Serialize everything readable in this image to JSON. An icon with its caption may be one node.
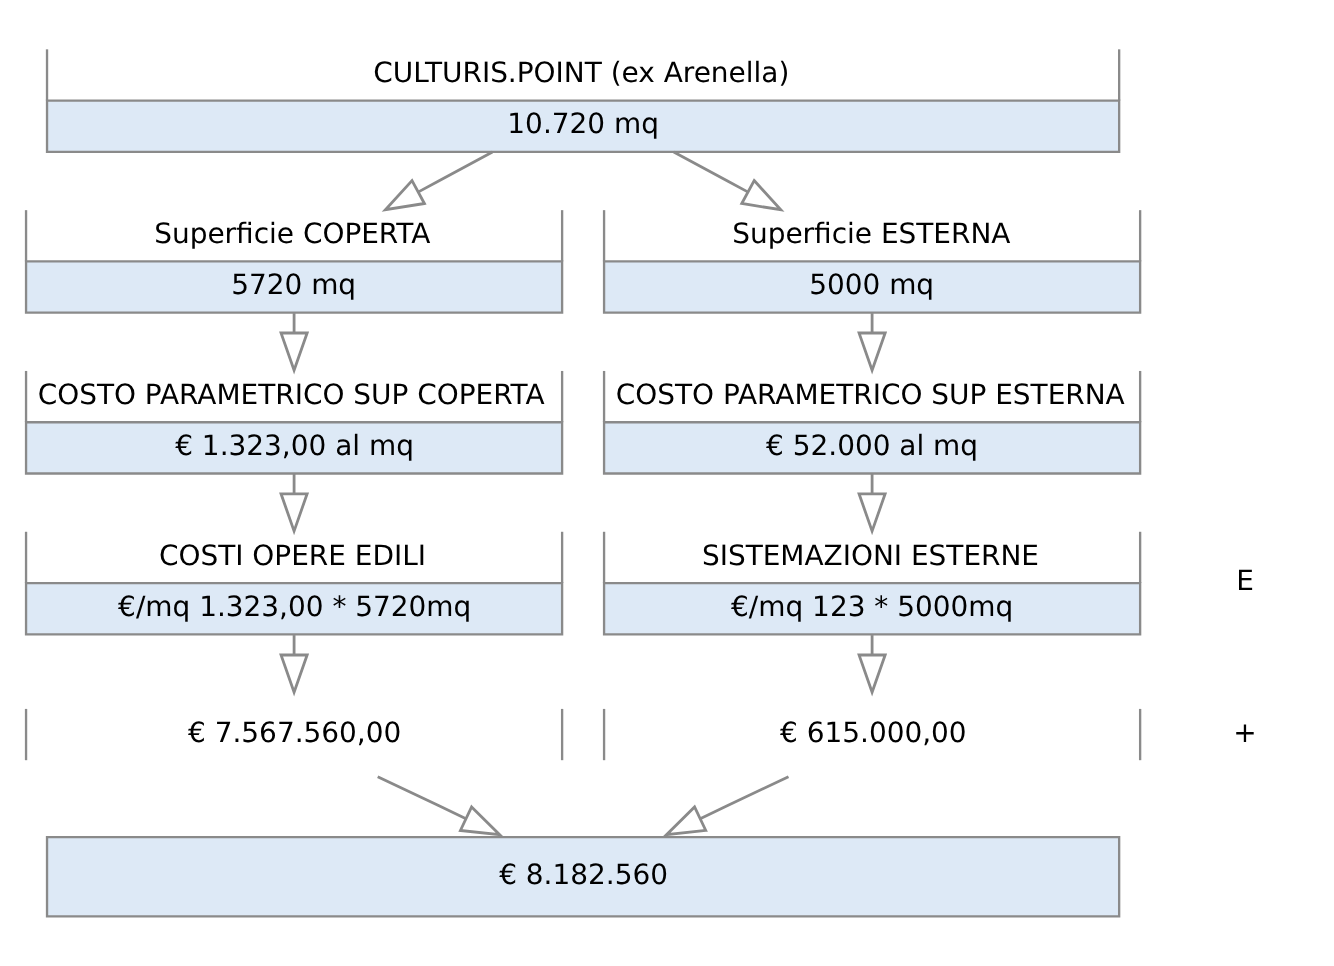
{
  "diagram": {
    "nodes": [
      {
        "text": [
          "CULTURIS.POINT (ex Arenella)",
          "10.720 mq"
        ]
      },
      {
        "text": [
          "Superficie COPERTA",
          "5720 mq"
        ]
      },
      {
        "text": [
          "Superficie ESTERNA",
          "5000 mq"
        ]
      },
      {
        "text": [
          "COSTO PARAMETRICO SUP COPERTA",
          "€ 1.323,00 al mq"
        ]
      },
      {
        "text": [
          "COSTO PARAMETRICO SUP ESTERNA",
          "€ 52.000 al mq"
        ]
      },
      {
        "text": [
          "COSTI OPERE EDILI",
          "€/mq 1.323,00 * 5720mq"
        ]
      },
      {
        "text": [
          "SISTEMAZIONI ESTERNE",
          "€/mq 123 * 5000mq"
        ]
      },
      {
        "text": [
          "€ 7.567.560,00"
        ]
      },
      {
        "text": [
          "€ 615.000,00"
        ]
      },
      {
        "text": [
          "€ 8.182.560"
        ]
      }
    ],
    "edges": [
      {
        "from": 0,
        "to": 1,
        "arrow": "to"
      },
      {
        "from": 0,
        "to": 2,
        "arrow": "to"
      },
      {
        "from": 1,
        "to": 3,
        "arrow": "to"
      },
      {
        "from": 2,
        "to": 4,
        "arrow": "to"
      },
      {
        "from": 3,
        "to": 5,
        "arrow": "to"
      },
      {
        "from": 4,
        "to": 6,
        "arrow": "to"
      },
      {
        "from": 5,
        "to": 7,
        "arrow": "to"
      },
      {
        "from": 6,
        "to": 8,
        "arrow": "to"
      },
      {
        "from": 7,
        "to": 9,
        "arrow": "to"
      },
      {
        "from": 8,
        "to": 9,
        "arrow": "to"
      }
    ],
    "labels": [
      "E",
      "+"
    ]
  }
}
